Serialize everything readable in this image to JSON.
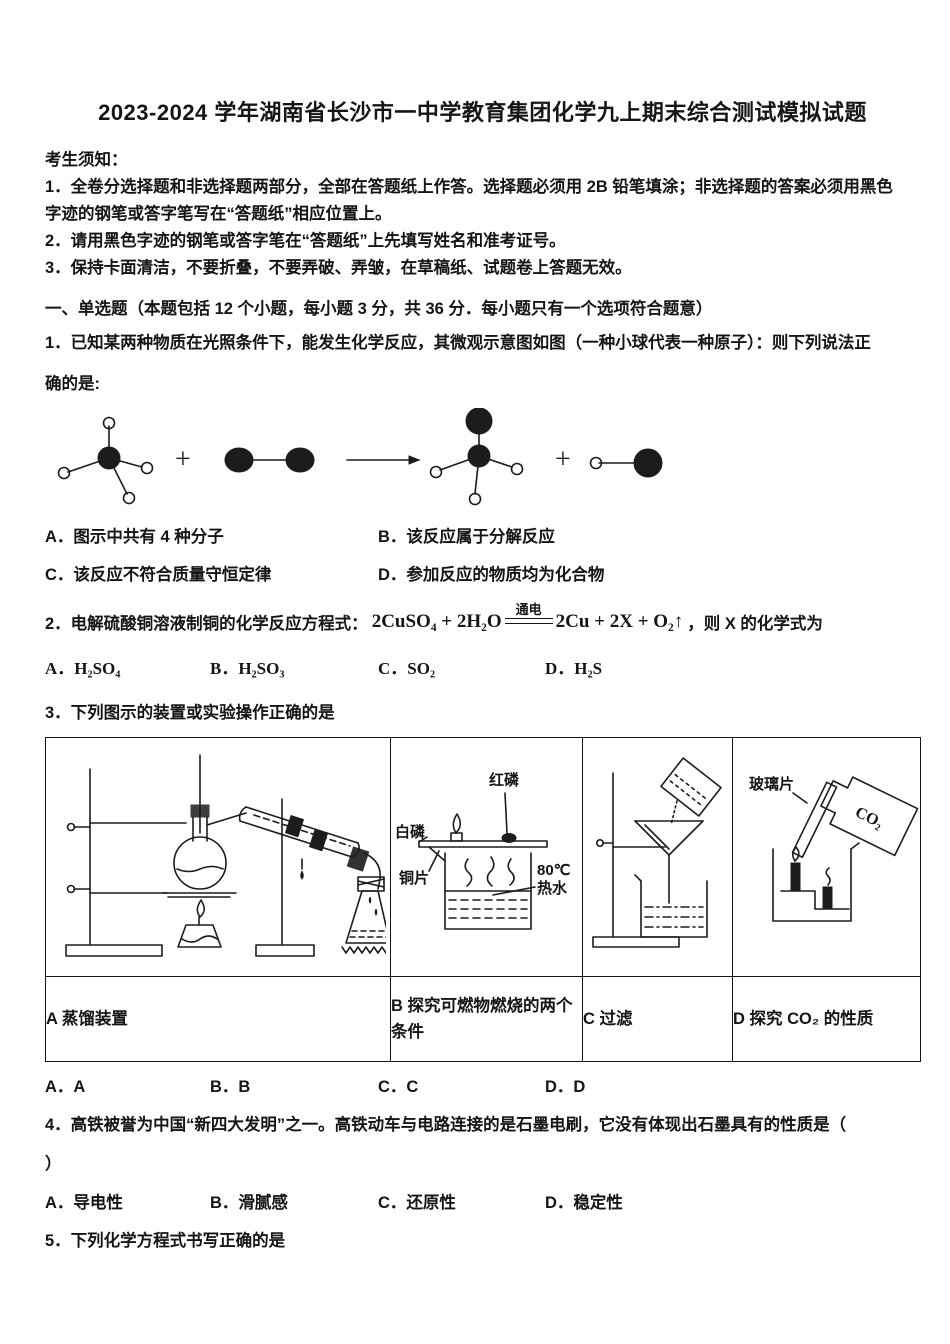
{
  "title": "2023-2024 学年湖南省长沙市一中学教育集团化学九上期末综合测试模拟试题",
  "notice": {
    "heading": "考生须知：",
    "line1": "1．全卷分选择题和非选择题两部分，全部在答题纸上作答。选择题必须用 2B 铅笔填涂；非选择题的答案必须用黑色",
    "line2": "字迹的钢笔或答字笔写在“答题纸”相应位置上。",
    "line3": "2．请用黑色字迹的钢笔或答字笔在“答题纸”上先填写姓名和准考证号。",
    "line4": "3．保持卡面清洁，不要折叠，不要弄破、弄皱，在草稿纸、试题卷上答题无效。"
  },
  "section": {
    "heading": "一、单选题（本题包括 12 个小题，每小题 3 分，共 36 分．每小题只有一个选项符合题意）"
  },
  "q1": {
    "line1": "1．已知某两种物质在光照条件下，能发生化学反应，其微观示意图如图（一种小球代表一种原子）：则下列说法正",
    "line2": "确的是:",
    "options": [
      "A．图示中共有 4 种分子",
      "B．该反应属于分解反应",
      "C．该反应不符合质量守恒定律",
      "D．参加反应的物质均为化合物"
    ]
  },
  "q2": {
    "prefix": "2．电解硫酸铜溶液制铜的化学反应方程式：",
    "eq_left": "2CuSO₄ + 2H₂O",
    "eq_condition": "通电",
    "eq_right": "2Cu + 2X + O₂↑",
    "suffix": "，则 X 的化学式为",
    "options": [
      "A．H₂SO₄",
      "B．H₂SO₃",
      "C．SO₂",
      "D．H₂S"
    ]
  },
  "q3": {
    "text": "3．下列图示的装置或实验操作正确的是",
    "captions": [
      "A 蒸馏装置",
      "B 探究可燃物燃烧的两个条件",
      "C 过滤",
      "D 探究 CO₂ 的性质"
    ],
    "figureB": {
      "label_red_phosphorus": "红磷",
      "label_white_phosphorus": "白磷",
      "label_copper_sheet": "铜片",
      "label_temp": "80℃",
      "label_hot_water": "热水"
    },
    "figureD": {
      "label_glass_plate": "玻璃片",
      "label_gas": "CO₂"
    },
    "options": [
      "A．A",
      "B．B",
      "C．C",
      "D．D"
    ]
  },
  "q4": {
    "line1": "4．高铁被誉为中国“新四大发明”之一。高铁动车与电路连接的是石墨电刷，它没有体现出石墨具有的性质是（",
    "line2": "）",
    "options": [
      "A．导电性",
      "B．滑腻感",
      "C．还原性",
      "D．稳定性"
    ]
  },
  "q5": {
    "text": "5．下列化学方程式书写正确的是"
  }
}
